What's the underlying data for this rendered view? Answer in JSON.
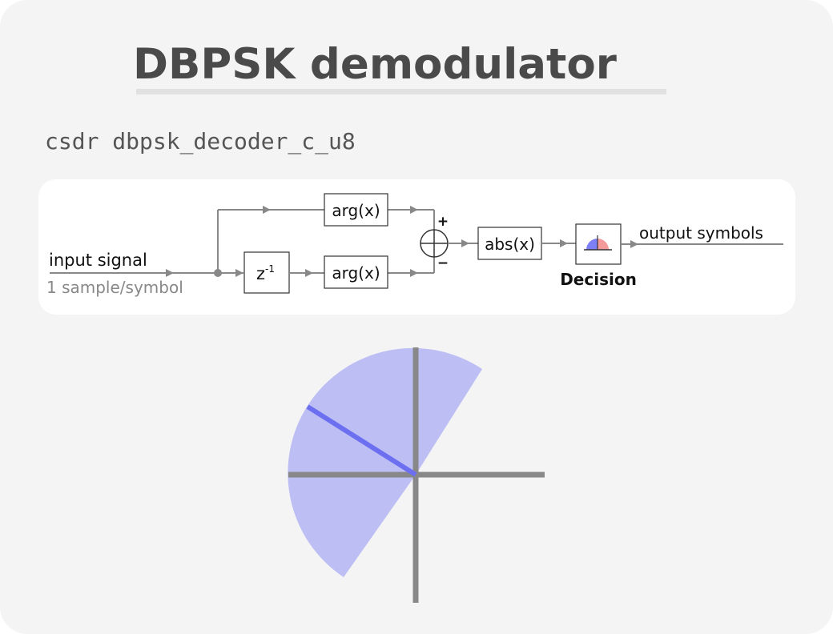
{
  "title": "DBPSK demodulator",
  "command": "csdr dbpsk_decoder_c_u8",
  "diagram": {
    "input_label": "input signal",
    "input_sublabel": "1 sample/symbol",
    "delay_base": "z",
    "delay_exponent": "-1",
    "arg_top_label": "arg(x)",
    "arg_bottom_label": "arg(x)",
    "plus_sign": "+",
    "minus_sign": "−",
    "abs_label": "abs(x)",
    "decision_label": "Decision",
    "output_label": "output symbols"
  },
  "colors": {
    "card_background": "#f4f4f4",
    "panel_background": "#ffffff",
    "line_gray": "#888888",
    "sector_fill": "#bcbef4",
    "phase_line": "#6b6ff0",
    "decision_blue": "#7c7ff5",
    "decision_red": "#f59a9a"
  }
}
